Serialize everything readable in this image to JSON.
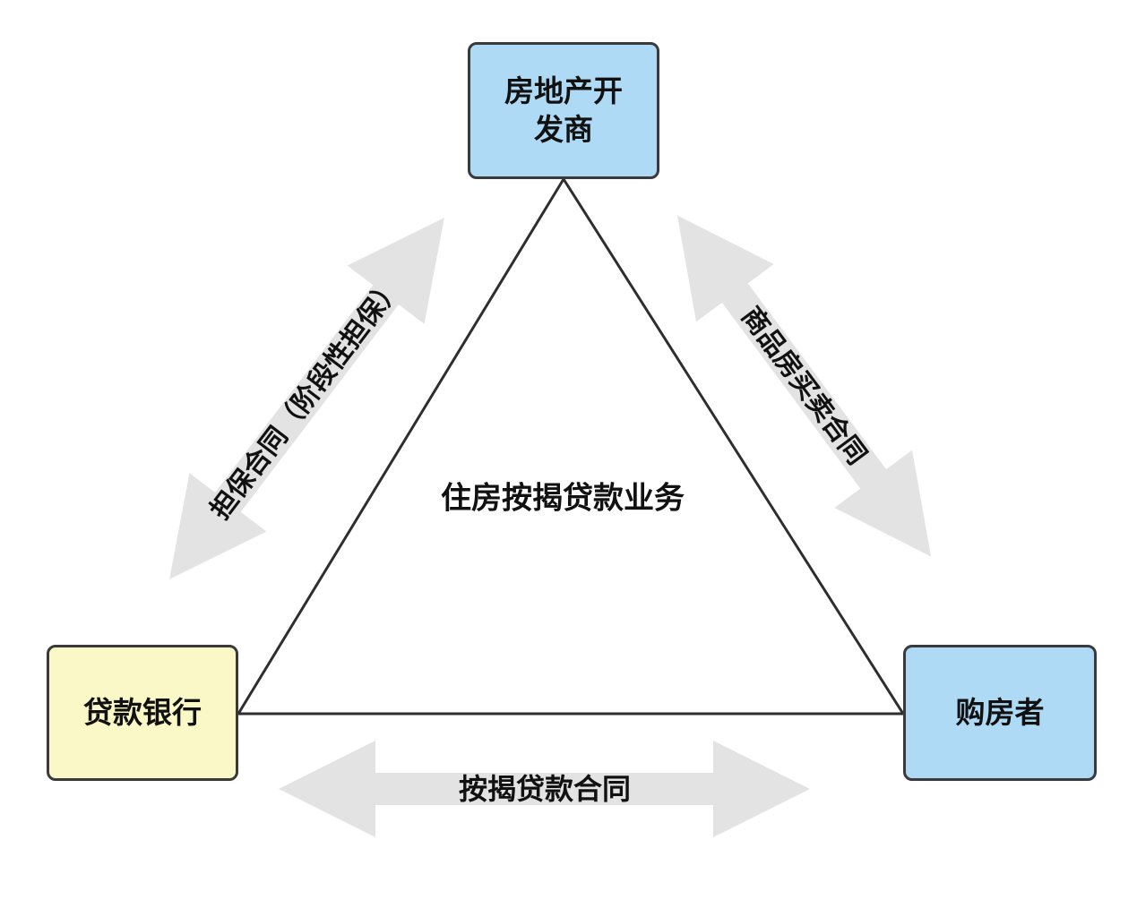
{
  "diagram": {
    "center_label": "住房按揭贷款业务",
    "nodes": {
      "developer": {
        "label": "房地产开发商",
        "label_line1": "房地产开",
        "label_line2": "发商"
      },
      "bank": {
        "label": "贷款银行"
      },
      "buyer": {
        "label": "购房者"
      }
    },
    "edges": {
      "guarantee": {
        "label": "担保合同（阶段性担保）",
        "from": "贷款银行",
        "to": "房地产开发商",
        "direction": "bidirectional"
      },
      "sales": {
        "label": "商品房买卖合同",
        "from": "房地产开发商",
        "to": "购房者",
        "direction": "bidirectional"
      },
      "mortgage": {
        "label": "按揭贷款合同",
        "from": "贷款银行",
        "to": "购房者",
        "direction": "bidirectional"
      }
    },
    "colors": {
      "node_blue": "#AEDAF5",
      "node_yellow": "#FBF8C8",
      "node_border": "#3A3A3A",
      "triangle_line": "#2E2E2E",
      "arrow_fill": "#E3E3E3",
      "text": "#111111"
    }
  }
}
